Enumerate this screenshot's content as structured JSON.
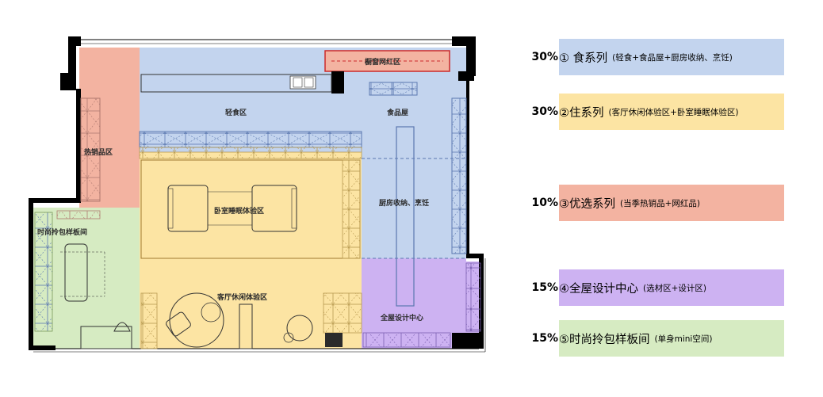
{
  "floorplan": {
    "zones": {
      "light_meal": "轻食区",
      "food_shop": "食品屋",
      "window_spot": "橱窗网红区",
      "hot_sale": "热销品区",
      "bedroom": "卧室睡眠体验区",
      "kitchen": "厨房收纳、烹饪",
      "bag_room": "时尚拎包样板间",
      "living": "客厅休闲体验区",
      "design_center": "全屋设计中心"
    }
  },
  "legend": [
    {
      "percent": "30%",
      "name": "① 食系列",
      "detail": "(轻食+食品屋+厨房收纳、烹饪)",
      "color": "#c3d4ee"
    },
    {
      "percent": "30%",
      "name": "②住系列",
      "detail": "(客厅休闲体验区+卧室睡眠体验区)",
      "color": "#fce4a3"
    },
    {
      "percent": "10%",
      "name": "③优选系列",
      "detail": "(当季热销品+网红品)",
      "color": "#f3b3a1"
    },
    {
      "percent": "15%",
      "name": "④全屋设计中心",
      "detail": "(选材区+设计区)",
      "color": "#cdb2f2"
    },
    {
      "percent": "15%",
      "name": "⑤时尚拎包样板间",
      "detail": "(单身mini空间)",
      "color": "#d6ebc2"
    }
  ],
  "colors": {
    "food": "#c3d4ee",
    "living": "#fce4a3",
    "select": "#f3b3a1",
    "design": "#cdb2f2",
    "bag": "#d6ebc2",
    "wall": "#000000",
    "shelf_border": "#5b78b0"
  }
}
